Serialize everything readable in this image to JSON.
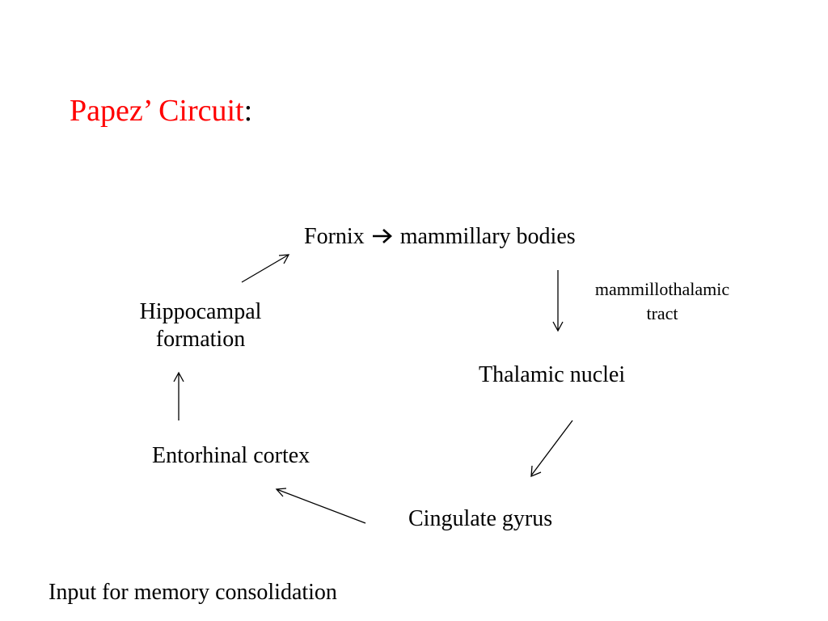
{
  "title": {
    "main": "Papez’ Circuit",
    "suffix": ":",
    "accent_color": "#ff0000"
  },
  "nodes": {
    "fornix": "Fornix",
    "mammillary": "mammillary bodies",
    "thalamic": "Thalamic nuclei",
    "cingulate": "Cingulate gyrus",
    "entorhinal": "Entorhinal cortex",
    "hippocampal_line1": "Hippocampal",
    "hippocampal_line2": "formation"
  },
  "edge_labels": {
    "mammillothalamic_line1": "mammillothalamic",
    "mammillothalamic_line2": "tract"
  },
  "footer": "Input for memory consolidation",
  "icons": {
    "inline_arrow": "right-arrow-icon"
  }
}
